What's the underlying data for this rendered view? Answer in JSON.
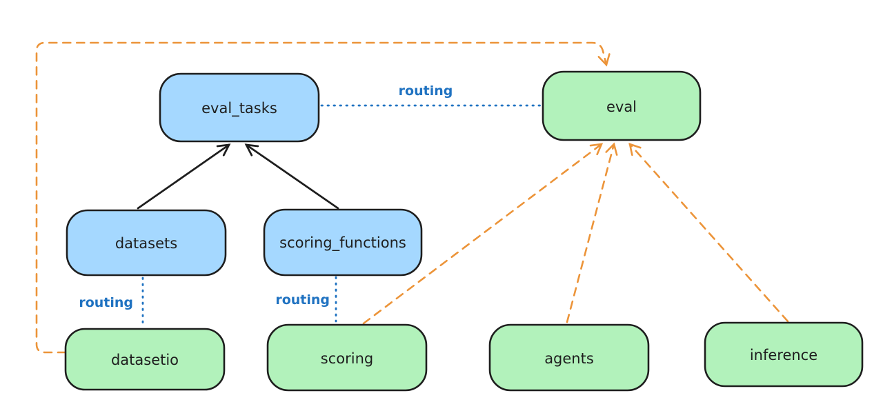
{
  "colors": {
    "background": "#ffffff",
    "node-stroke": "#1e1e1e",
    "text": "#1e1e1e",
    "blue-fill": "#a5d8ff",
    "green-fill": "#b2f2bb",
    "routing-blue": "#1f72c1",
    "orange": "#ec9439"
  },
  "diagram": {
    "type": "architecture-diagram",
    "nodes": [
      {
        "id": "eval_tasks",
        "label": "eval_tasks",
        "fill": "blue"
      },
      {
        "id": "eval",
        "label": "eval",
        "fill": "green"
      },
      {
        "id": "datasets",
        "label": "datasets",
        "fill": "blue"
      },
      {
        "id": "scoring_functions",
        "label": "scoring_functions",
        "fill": "blue"
      },
      {
        "id": "datasetio",
        "label": "datasetio",
        "fill": "green"
      },
      {
        "id": "scoring",
        "label": "scoring",
        "fill": "green"
      },
      {
        "id": "agents",
        "label": "agents",
        "fill": "green"
      },
      {
        "id": "inference",
        "label": "inference",
        "fill": "green"
      }
    ],
    "edges": [
      {
        "from": "datasets",
        "to": "eval_tasks",
        "style": "solid-arrow",
        "color": "black",
        "label": ""
      },
      {
        "from": "scoring_functions",
        "to": "eval_tasks",
        "style": "solid-arrow",
        "color": "black",
        "label": ""
      },
      {
        "from": "eval_tasks",
        "to": "eval",
        "style": "dotted",
        "color": "blue",
        "label": "routing"
      },
      {
        "from": "datasets",
        "to": "datasetio",
        "style": "dotted",
        "color": "blue",
        "label": "routing"
      },
      {
        "from": "scoring_functions",
        "to": "scoring",
        "style": "dotted",
        "color": "blue",
        "label": "routing"
      },
      {
        "from": "datasetio",
        "to": "eval",
        "style": "dashed-arrow",
        "color": "orange",
        "label": "",
        "route": "left-top-loop"
      },
      {
        "from": "scoring",
        "to": "eval",
        "style": "dashed-arrow",
        "color": "orange",
        "label": ""
      },
      {
        "from": "agents",
        "to": "eval",
        "style": "dashed-arrow",
        "color": "orange",
        "label": ""
      },
      {
        "from": "inference",
        "to": "eval",
        "style": "dashed-arrow",
        "color": "orange",
        "label": ""
      }
    ]
  }
}
